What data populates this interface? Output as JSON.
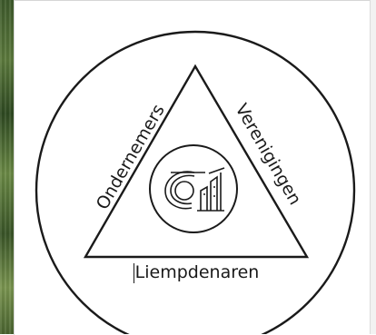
{
  "diagram": {
    "left_label": "Ondernemers",
    "right_label": "Verenigingen",
    "bottom_label": "Liempdenaren",
    "center_icon": "village-logo-icon"
  },
  "colors": {
    "stroke": "#1a1a1a",
    "background": "#ffffff",
    "side_strip": "#4a6a33"
  }
}
